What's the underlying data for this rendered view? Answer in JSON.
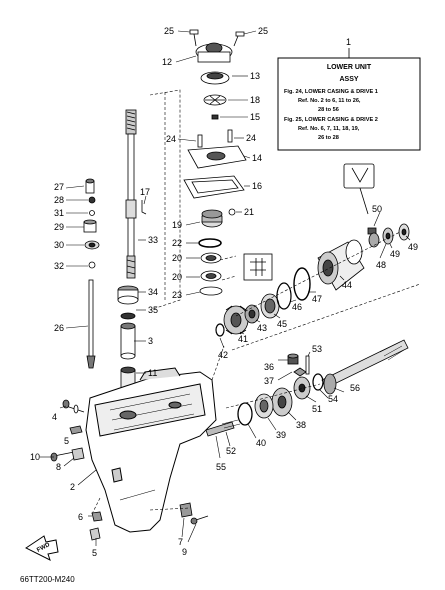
{
  "info_box": {
    "ref": "1",
    "title_line1": "LOWER UNIT",
    "title_line2": "ASSY",
    "lines": [
      "Fig. 24, LOWER CASING & DRIVE 1",
      "Ref. No. 2 to 6, 11 to 26,",
      "28 to 56",
      "Fig. 25, LOWER CASING & DRIVE 2",
      "Ref. No. 6, 7, 11, 18, 19,",
      "26 to 28"
    ]
  },
  "drawing_code": "66TT200-M240",
  "fwd_label": "FWD",
  "part_numbers": [
    "25",
    "25",
    "12",
    "13",
    "18",
    "15",
    "24",
    "24",
    "14",
    "16",
    "17",
    "27",
    "28",
    "31",
    "29",
    "30",
    "32",
    "33",
    "19",
    "21",
    "22",
    "20",
    "20",
    "23",
    "34",
    "35",
    "26",
    "3",
    "11",
    "41",
    "43",
    "45",
    "46",
    "47",
    "44",
    "50",
    "48",
    "49",
    "49",
    "42",
    "36",
    "37",
    "53",
    "56",
    "51",
    "54",
    "38",
    "39",
    "40",
    "4",
    "5",
    "10",
    "8",
    "2",
    "52",
    "55",
    "6",
    "5",
    "7",
    "9"
  ]
}
